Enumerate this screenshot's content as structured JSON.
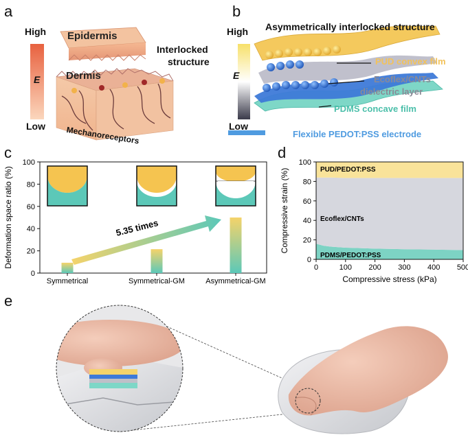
{
  "panel_a": {
    "letter": "a",
    "scale_high": "High",
    "scale_symbol": "E",
    "scale_low": "Low",
    "labels": {
      "epidermis": "Epidermis",
      "interlocked_1": "Interlocked",
      "interlocked_2": "structure",
      "dermis": "Dermis",
      "mechanoreceptors": "Mechanoreceptors"
    }
  },
  "panel_b": {
    "letter": "b",
    "title": "Asymmetrically interlocked structure",
    "scale_high": "High",
    "scale_symbol": "E",
    "scale_low": "Low",
    "labels": {
      "pud": "PUD convex film",
      "ecoflex_1": "Ecoflex/CNTs",
      "ecoflex_2": "dielectric layer",
      "pdms": "PDMS concave film",
      "electrode": "Flexible PEDOT:PSS electrode"
    },
    "colors": {
      "pud": "#f2c25a",
      "ecoflex": "#9a9aa6",
      "pdms": "#5cc8b8",
      "electrode": "#4f9be0"
    }
  },
  "panel_c": {
    "letter": "c",
    "annotation": "5.35 times",
    "chart_data": {
      "type": "bar",
      "categories": [
        "Symmetrical",
        "Symmetrical-GM",
        "Asymmetrical-GM"
      ],
      "values": [
        9.3,
        21.5,
        50
      ],
      "ylabel": "Deformation space ratio (%)",
      "ylim": [
        0,
        100
      ],
      "yticks": [
        0,
        20,
        40,
        60,
        80,
        100
      ],
      "colors": {
        "top": "#f5d36a",
        "bottom": "#5cc8b8",
        "arrow": "#5cc8b8"
      }
    }
  },
  "panel_d": {
    "letter": "d",
    "chart_data": {
      "type": "area",
      "xlabel": "Compressive stress (kPa)",
      "ylabel": "Compressive strain (%)",
      "xlim": [
        0,
        500
      ],
      "ylim": [
        0,
        100
      ],
      "xticks": [
        0,
        100,
        200,
        300,
        400,
        500
      ],
      "yticks": [
        0,
        20,
        40,
        60,
        80,
        100
      ],
      "x": [
        0,
        25,
        50,
        100,
        150,
        200,
        250,
        300,
        350,
        400,
        450,
        500
      ],
      "series": [
        {
          "name": "PDMS/PEDOT:PSS",
          "values": [
            16,
            14,
            13,
            12,
            11.5,
            11,
            10.7,
            10.4,
            10.2,
            10,
            9.8,
            9.5
          ],
          "color": "#7dd3c4"
        },
        {
          "name": "Ecoflex/CNTs",
          "values": [
            68,
            70,
            71,
            71.5,
            72,
            72.5,
            72.8,
            73.1,
            73.3,
            73.5,
            73.7,
            74
          ],
          "color": "#d6d7de"
        },
        {
          "name": "PUD/PEDOT:PSS",
          "values": [
            16,
            16,
            16,
            16.5,
            16.5,
            16.5,
            16.5,
            16.5,
            16.5,
            16.5,
            16.5,
            16.5
          ],
          "color": "#f9e39a"
        }
      ]
    }
  },
  "panel_e": {
    "letter": "e"
  }
}
